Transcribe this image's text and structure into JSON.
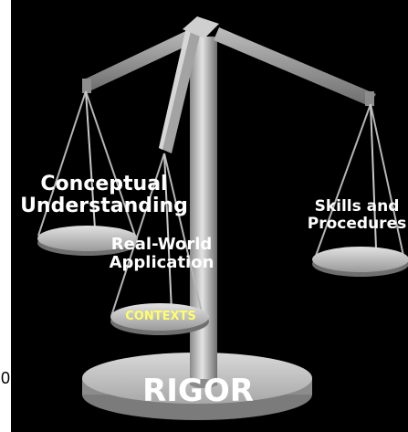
{
  "slide": {
    "side_number": "0",
    "labels": {
      "left_pan": "Conceptual\nUnderstanding",
      "right_pan": "Skills and\nProcedures",
      "center_pan": "Real-World\nApplication",
      "center_tag": "CONTEXTS",
      "base": "RIGOR"
    }
  },
  "colors": {
    "background": "#000000",
    "text": "#ffffff",
    "highlight": "#ffff66",
    "metal_light": "#d4d4d4",
    "metal_dark": "#7a7a7a"
  }
}
